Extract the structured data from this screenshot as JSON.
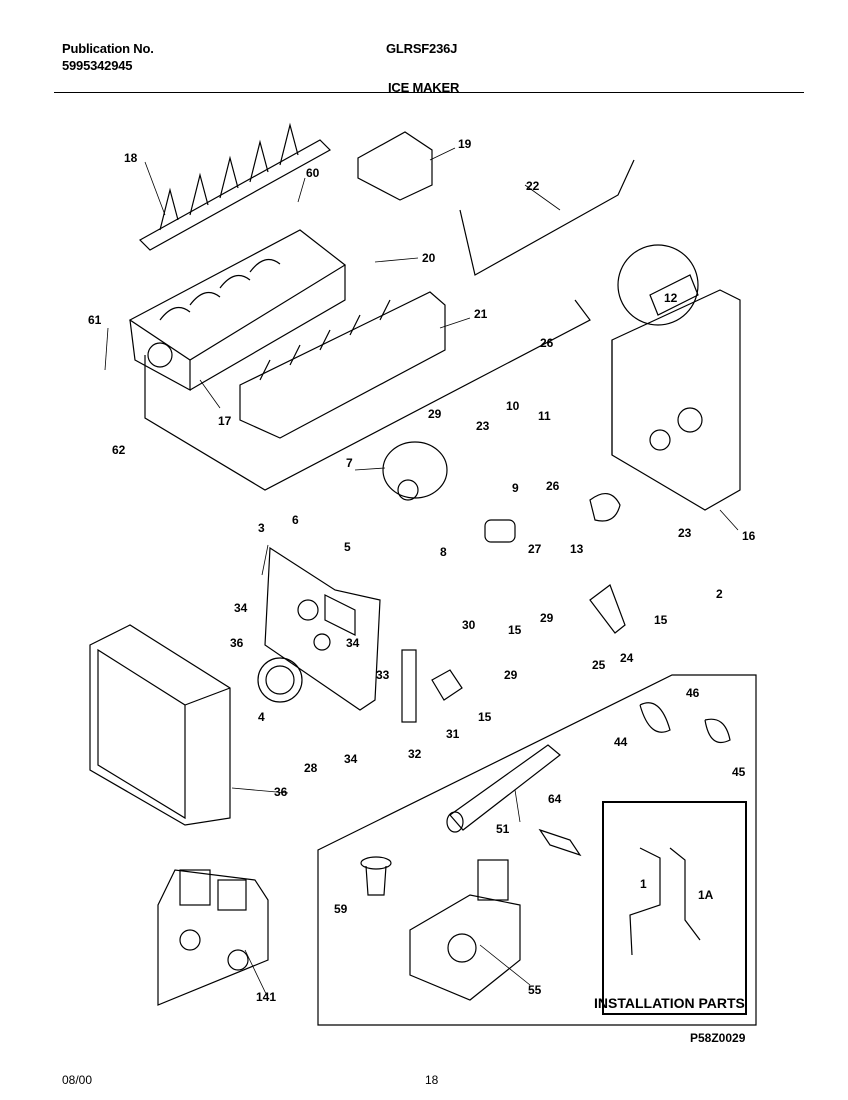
{
  "header": {
    "publication_label": "Publication No.",
    "publication_number": "5995342945",
    "model": "GLRSF236J",
    "section_title": "ICE MAKER"
  },
  "diagram": {
    "callouts": [
      "18",
      "60",
      "19",
      "22",
      "20",
      "21",
      "61",
      "17",
      "62",
      "12",
      "26",
      "11",
      "29",
      "23",
      "10",
      "7",
      "9",
      "26",
      "13",
      "23",
      "16",
      "3",
      "6",
      "5",
      "8",
      "27",
      "34",
      "15",
      "29",
      "24",
      "15",
      "2",
      "36",
      "30",
      "25",
      "34",
      "33",
      "29",
      "4",
      "15",
      "31",
      "32",
      "28",
      "34",
      "46",
      "44",
      "45",
      "36",
      "51",
      "64",
      "1",
      "1A",
      "59",
      "55",
      "141"
    ],
    "installation_parts_label": "INSTALLATION PARTS",
    "figure_code": "P58Z0029"
  },
  "footer": {
    "date": "08/00",
    "page": "18"
  }
}
